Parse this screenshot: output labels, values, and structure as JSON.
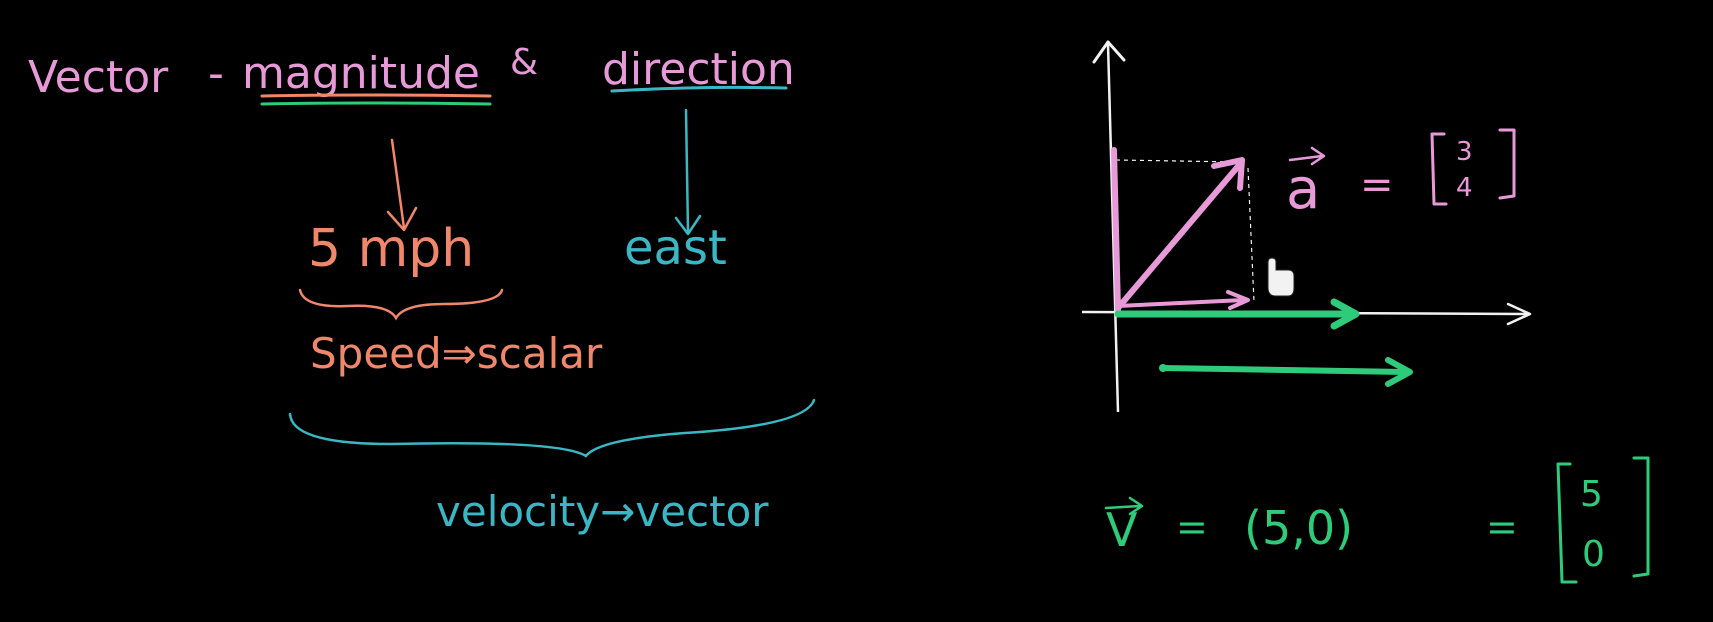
{
  "colors": {
    "background": "#000000",
    "pink": "#e89ad8",
    "orange": "#f0876a",
    "blue": "#3ab6c4",
    "green": "#2ecc7a",
    "white": "#f2f2f2"
  },
  "notes": {
    "vector": "Vector",
    "dash": "-",
    "magnitude": "magnitude",
    "and": "&",
    "direction": "direction",
    "speed_value": "5 mph",
    "east": "east",
    "speed_scalar": "Speed⇒scalar",
    "velocity_vector": "velocity→vector"
  },
  "vector_a": {
    "symbol": "a",
    "equals": "=",
    "components": [
      "3",
      "4"
    ]
  },
  "vector_v": {
    "symbol": "V",
    "equals": "=",
    "tuple": "(5,0)",
    "equals2": "=",
    "components": [
      "5",
      "0"
    ]
  }
}
